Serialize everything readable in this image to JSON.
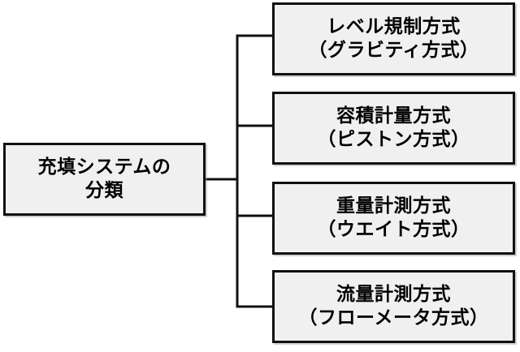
{
  "diagram": {
    "type": "tree-hierarchy",
    "orientation": "left-to-right",
    "background_color": "#ffffff",
    "node_fill_color": "#f0f0f0",
    "node_border_color": "#111111",
    "connector_color": "#111111",
    "root": {
      "label": "充填システムの\n分類"
    },
    "branches": [
      {
        "label": "レベル規制方式\n（グラビティ方式）"
      },
      {
        "label": "容積計量方式\n（ピストン方式）"
      },
      {
        "label": "重量計測方式\n（ウエイト方式）"
      },
      {
        "label": "流量計測方式\n（フローメータ方式）"
      }
    ]
  }
}
